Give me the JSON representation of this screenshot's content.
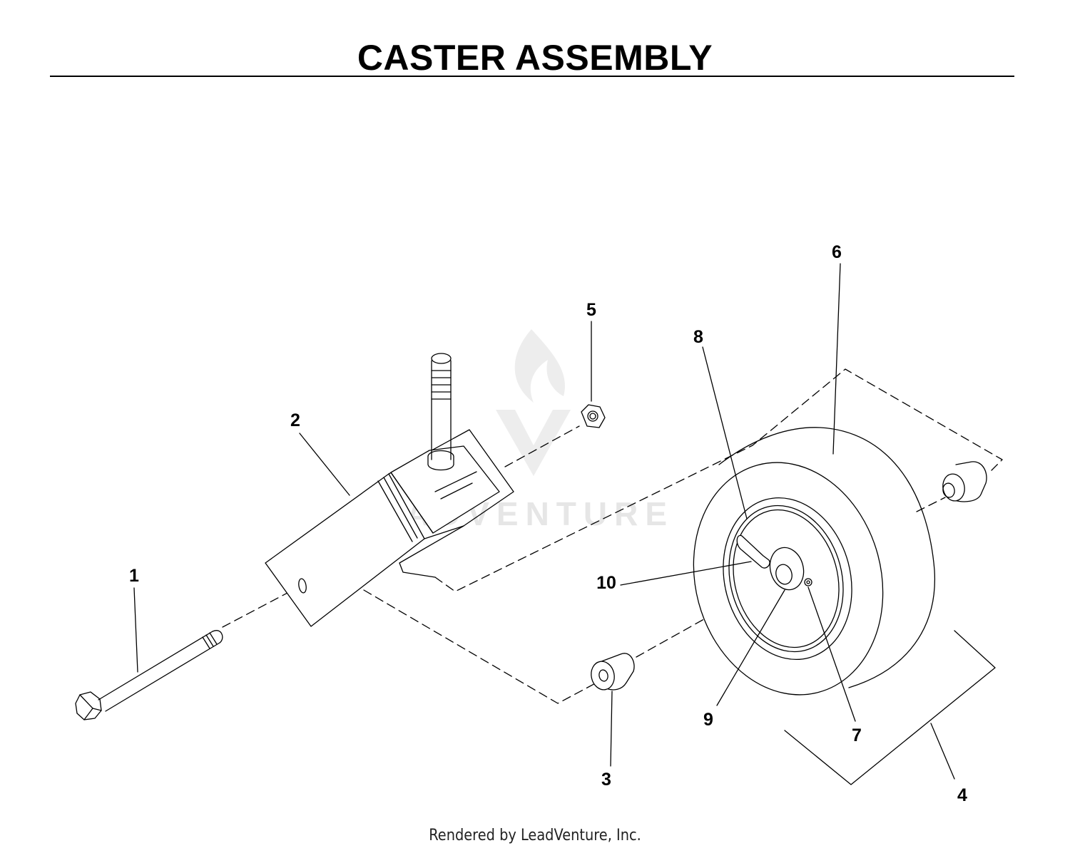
{
  "title": "CASTER ASSEMBLY",
  "footer": "Rendered by LeadVenture, Inc.",
  "watermark": "LEADVENTURE",
  "colors": {
    "ink": "#000000",
    "watermark": "#c8c8c8"
  },
  "callouts": [
    {
      "id": "1",
      "label": "1"
    },
    {
      "id": "2",
      "label": "2"
    },
    {
      "id": "3",
      "label": "3"
    },
    {
      "id": "4",
      "label": "4"
    },
    {
      "id": "5",
      "label": "5"
    },
    {
      "id": "6",
      "label": "6"
    },
    {
      "id": "7",
      "label": "7"
    },
    {
      "id": "8",
      "label": "8"
    },
    {
      "id": "9",
      "label": "9"
    },
    {
      "id": "10",
      "label": "10"
    }
  ]
}
